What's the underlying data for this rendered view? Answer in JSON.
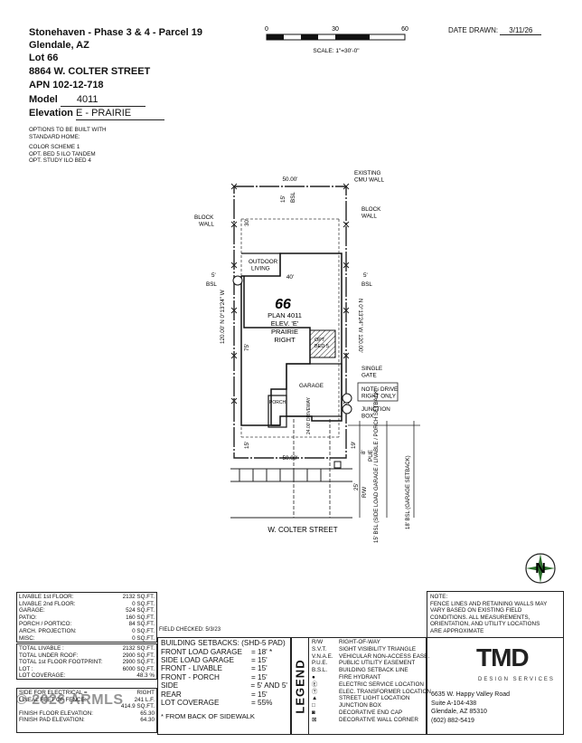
{
  "header": {
    "subdivision": "Stonehaven - Phase 3 & 4 - Parcel 19",
    "city": "Glendale, AZ",
    "lot": "Lot 66",
    "address": "8864 W. COLTER STREET",
    "apn": "APN 102-12-718",
    "model_label": "Model",
    "model_value": "4011",
    "elevation_label": "Elevation",
    "elevation_value": "E - PRAIRIE",
    "options_title_1": "OPTIONS TO BE BUILT WITH",
    "options_title_2": "STANDARD HOME:",
    "options": [
      "COLOR SCHEME 1",
      "OPT. BED 5 ILO TANDEM",
      "OPT. STUDY ILO BED 4"
    ],
    "date_label": "DATE DRAWN:",
    "date_value": "3/11/26"
  },
  "scale_bar": {
    "ticks": [
      "0",
      "30",
      "60"
    ],
    "label": "SCALE:  1\"=30'-0\""
  },
  "plan": {
    "lot_number": "66",
    "plan_lines": [
      "PLAN 4011",
      "ELEV. 'E'",
      "PRAIRIE",
      "RIGHT"
    ],
    "labels": {
      "existing_cmu": "EXISTING\nCMU WALL",
      "block_wall_left": "BLOCK\nWALL",
      "block_wall_right": "BLOCK\nWALL",
      "outdoor_living": "OUTDOOR\nLIVING",
      "opt_bed5": "OPT.\nBED 5",
      "garage": "GARAGE",
      "porch": "PORCH",
      "single_gate": "SINGLE\nGATE",
      "note_drive": "NOTE: DRIVE\nRIGHT ONLY",
      "junction_box": "JUNCTION\nBOX",
      "street": "W. COLTER STREET",
      "bsl": "BSL",
      "rw": "R/W",
      "pue": "PUE",
      "side_bsl": "15' BSL\n(SIDE LOAD GARAGE /\nLIVABLE /\nPORCH SETBACK)",
      "garage_bsl": "18' BSL\n(GARAGE SETBACK)",
      "driveway": "24.00'\nDRIVEWAY"
    },
    "dims": {
      "top": "50.00'",
      "bottom": "50.00'",
      "rear_bsl": "15'",
      "rear": "30'",
      "house_width": "40'",
      "side_left": "5'",
      "side_right": "5'",
      "depth": "75'",
      "front": "15'",
      "bearing_left": "120.00'\nN 0°13'24\" W",
      "bearing_right": "N 0°13'24\" W\n120.00'",
      "garage_depth": "19'",
      "pue_dim": "8'",
      "rw_dim": "25'"
    }
  },
  "north_arrow": {
    "letter": "N"
  },
  "note": {
    "title": "NOTE:",
    "lines": [
      "FENCE LINES AND RETAINING WALLS MAY",
      "VARY BASED ON EXISTING FIELD",
      "CONDITIONS.  ALL MEASUREMENTS,",
      "ORIENTATION, AND UTILITY LOCATIONS",
      "ARE APPROXIMATE"
    ]
  },
  "areas": [
    {
      "label": "LIVABLE 1st FLOOR:",
      "value": "2132 SQ.FT."
    },
    {
      "label": "LIVABLE 2nd FLOOR:",
      "value": "0 SQ.FT."
    },
    {
      "label": "GARAGE:",
      "value": "524 SQ.FT."
    },
    {
      "label": "PATIO:",
      "value": "160 SQ.FT."
    },
    {
      "label": "PORCH / PORTICO:",
      "value": "84 SQ.FT."
    },
    {
      "label": "ARCH. PROJECTION:",
      "value": "0 SQ.FT."
    },
    {
      "label": "MISC:",
      "value": "0 SQ.FT."
    }
  ],
  "totals": [
    {
      "label": "TOTAL LIVABLE :",
      "value": "2132 SQ.FT."
    },
    {
      "label": "TOTAL UNDER ROOF:",
      "value": "2900 SQ.FT."
    },
    {
      "label": "TOTAL 1st FLOOR FOOTPRINT:",
      "value": "2900 SQ.FT."
    },
    {
      "label": "LOT :",
      "value": "6000 SQ.FT."
    },
    {
      "label": "LOT COVERAGE:",
      "value": "48.3 %"
    }
  ],
  "extras": [
    {
      "label": "SIDE FOR ELECTRICAL =",
      "value": "RIGHT"
    },
    {
      "label": "LINEAL FEET OF FENCE:",
      "value": "241 L.F."
    },
    {
      "label": "",
      "value": "414.9 SQ.FT."
    },
    {
      "label": "FINISH FLOOR ELEVATION:",
      "value": "65.30"
    },
    {
      "label": "FINISH PAD ELEVATION:",
      "value": "64.30"
    }
  ],
  "watermark": "2026 ARMLS",
  "field_checked": "FIELD CHECKED: 5/3/23",
  "setbacks": {
    "title": "BUILDING SETBACKS: (SHD-5 PAD)",
    "rows": [
      {
        "label": "FRONT LOAD GARAGE",
        "value": "= 18' *"
      },
      {
        "label": "SIDE LOAD GARAGE",
        "value": "= 15'"
      },
      {
        "label": "FRONT - LIVABLE",
        "value": "= 15'"
      },
      {
        "label": "FRONT - PORCH",
        "value": "= 15'"
      },
      {
        "label": "SIDE",
        "value": "= 5' AND 5'"
      },
      {
        "label": "REAR",
        "value": "= 15'"
      },
      {
        "label": "LOT COVERAGE",
        "value": "= 55%"
      }
    ],
    "footnote": "* FROM BACK OF SIDEWALK"
  },
  "legend": {
    "title": "LEGEND",
    "items": [
      {
        "abbr": "R/W",
        "text": "RIGHT-OF-WAY"
      },
      {
        "abbr": "S.V.T.",
        "text": "SIGHT VISIBILITY TRIANGLE"
      },
      {
        "abbr": "V.N.A.E.",
        "text": "VEHICULAR NON-ACCESS EASE."
      },
      {
        "abbr": "P.U.E.",
        "text": "PUBLIC UTILITY EASEMENT"
      },
      {
        "abbr": "B.S.L.",
        "text": "BUILDING SETBACK LINE"
      },
      {
        "abbr": "●",
        "text": "FIRE HYDRANT"
      },
      {
        "abbr": "Ⓔ",
        "text": "ELECTRIC SERVICE LOCATION"
      },
      {
        "abbr": "Ⓣ",
        "text": "ELEC. TRANSFORMER LOCATION"
      },
      {
        "abbr": "▲",
        "text": "STREET LIGHT LOCATION"
      },
      {
        "abbr": "□",
        "text": "JUNCTION BOX"
      },
      {
        "abbr": "◙",
        "text": "DECORATIVE END CAP"
      },
      {
        "abbr": "⊠",
        "text": "DECORATIVE WALL CORNER"
      }
    ]
  },
  "company": {
    "logo": "TMD",
    "tagline": "DESIGN SERVICES",
    "address_lines": [
      "6635 W. Happy Valley Road",
      "Suite A-104-438",
      "Glendale, AZ 85310",
      "(602) 882-5419"
    ]
  }
}
